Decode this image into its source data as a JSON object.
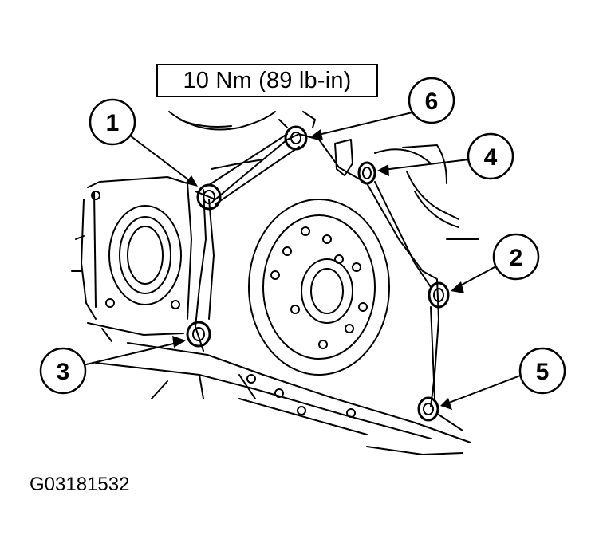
{
  "torque_spec": "10 Nm (89 lb-in)",
  "figure_id": "G03181532",
  "callouts": [
    {
      "label": "1"
    },
    {
      "label": "2"
    },
    {
      "label": "3"
    },
    {
      "label": "4"
    },
    {
      "label": "5"
    },
    {
      "label": "6"
    }
  ],
  "colors": {
    "ink": "#000000",
    "paper": "#ffffff"
  }
}
